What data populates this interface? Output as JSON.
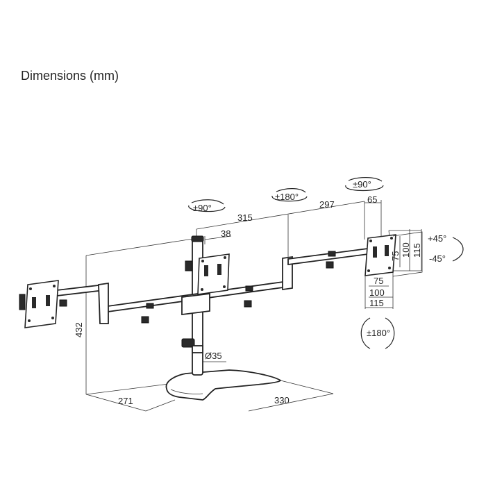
{
  "title": "Dimensions (mm)",
  "dimensions": {
    "arm_left": "315",
    "arm_right": "297",
    "plate_offset": "65",
    "pole_offset": "38",
    "height": "432",
    "pole_diameter": "Ø35",
    "base_depth": "271",
    "base_width": "330"
  },
  "rotations": {
    "left_tilt": "±90°",
    "middle_swivel": "±180°",
    "right_tilt": "±90°",
    "rotate": "±180°",
    "tilt_up": "+45°",
    "tilt_down": "-45°"
  },
  "vesa": {
    "h_75": "75",
    "h_100": "100",
    "h_115": "115",
    "v_75": "75",
    "v_100": "100",
    "v_115": "115"
  }
}
